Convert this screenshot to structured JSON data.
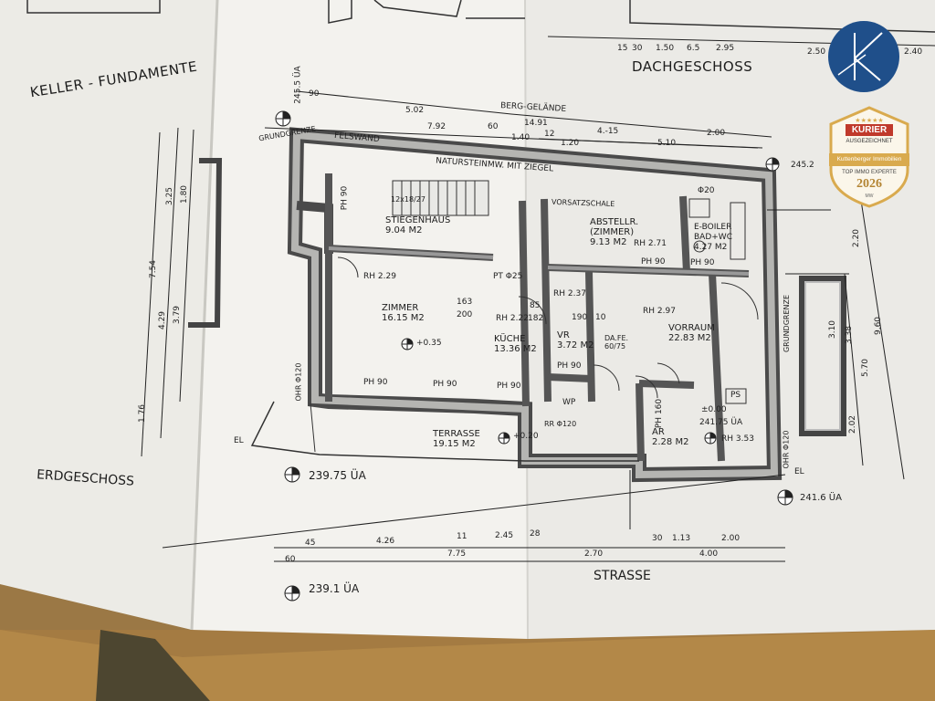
{
  "titles": {
    "keller": "KELLER - FUNDAMENTE",
    "dachgeschoss": "DACHGESCHOSS",
    "erdgeschoss": "ERDGESCHOSS",
    "strasse": "STRASSE",
    "felswand": "FELSWAND",
    "berg": "BERG-GELÄNDE",
    "grundgrenze": "GRUNDGRENZE",
    "natursteinmw": "NATURSTEINMW. MIT ZIEGEL",
    "vorsatzschale": "VORSATZSCHALE"
  },
  "rooms": [
    {
      "id": "stiegenhaus",
      "name": "STIEGENHAUS",
      "area": "9.04 M2"
    },
    {
      "id": "zimmer",
      "name": "ZIMMER",
      "area": "16.15 M2"
    },
    {
      "id": "kueche",
      "name": "KÜCHE",
      "area": "13.36 M2"
    },
    {
      "id": "abstellr",
      "name": "ABSTELLR. (ZIMMER)",
      "area": "9.13 M2"
    },
    {
      "id": "bad",
      "name": "E-BOILER BAD+WC",
      "area": "4.27 M2"
    },
    {
      "id": "vr",
      "name": "VR",
      "area": "3.72 M2"
    },
    {
      "id": "vorraum",
      "name": "VORRAUM",
      "area": "22.83 M2"
    },
    {
      "id": "terrasse",
      "name": "TERRASSE",
      "area": "19.15 M2"
    },
    {
      "id": "ar",
      "name": "AR",
      "area": "2.28 M2"
    }
  ],
  "levels": {
    "top": "245.5 ÜA",
    "right": "245.2",
    "left_bottom": "239.75 ÜA",
    "bottom": "239.1 ÜA",
    "right_bottom": "241.6 ÜA",
    "vorraum_zero": "±0.00",
    "vorraum_level": "241.75 ÜA",
    "zimmer": "+0.35",
    "terrasse": "+0.20"
  },
  "labels": {
    "rh_229": "RH 2.29",
    "rh_222": "RH 2.22",
    "rh_271": "RH 2.71",
    "rh_237": "RH 2.37",
    "rh_297": "RH 2.97",
    "rh_353": "RH 3.53",
    "ph90": "PH 90",
    "ph160": "PH 160",
    "pt": "PT Φ25",
    "ps": "PS",
    "wp": "WP",
    "dafe": "DA.FE. 60/75",
    "phi20": "Φ20",
    "stairs": "12x18/27",
    "el": "EL",
    "ohr": "OHR Φ120",
    "rr": "RR Φ120"
  },
  "dims": {
    "d_502": "5.02",
    "d_792": "7.92",
    "d_1491": "14.91",
    "d_415": "4.-15",
    "d_200": "2.00",
    "d_510": "5.10",
    "d_90": "90",
    "d_60": "60",
    "d_140": "1.40",
    "d_120": "1.20",
    "d_12": "12",
    "d_754": "7.54",
    "d_429": "4.29",
    "d_379": "3.79",
    "d_325": "3.25",
    "d_180": "1.80",
    "d_176": "1.76",
    "d_426": "4.26",
    "d_775": "7.75",
    "d_270": "2.70",
    "d_400": "4.00",
    "d_245": "2.45",
    "d_28": "28",
    "d_11": "11",
    "d_45": "45",
    "d_113": "1.13",
    "d_30": "30",
    "d_220": "2.20",
    "d_570": "5.70",
    "d_960": "9.60",
    "d_310": "3.10",
    "d_338": "3.38",
    "d_202": "2.02",
    "d_163": "163",
    "d_200b": "200",
    "d_85": "85",
    "d_182": "182",
    "d_190": "190",
    "d_10": "10",
    "top_150": "1.50",
    "top_295": "2.95",
    "top_250": "2.50",
    "top_240": "2.40",
    "top_15": "15",
    "top_30": "30",
    "top_65": "6.5"
  },
  "logo": {
    "color": "#1f4f8a"
  },
  "badge": {
    "brand": "KURIER",
    "sub": "AUSGEZEICHNET",
    "company": "Kuttenberger Immobilien",
    "award": "TOP IMMO EXPERTE",
    "year": "2026",
    "footer": "MW",
    "color": "#d9aa4e"
  }
}
